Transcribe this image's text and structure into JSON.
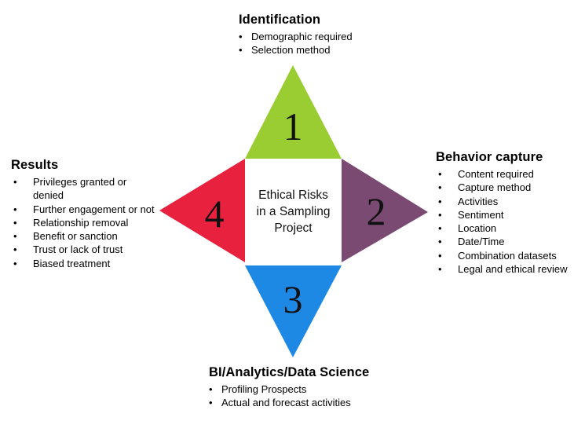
{
  "center": {
    "lines": [
      "Ethical Risks",
      "in a Sampling",
      "Project"
    ]
  },
  "triangles": [
    {
      "number": "1",
      "color": "#9ACD32"
    },
    {
      "number": "2",
      "color": "#7A4A72"
    },
    {
      "number": "3",
      "color": "#1E88E5"
    },
    {
      "number": "4",
      "color": "#E8213F"
    }
  ],
  "top": {
    "title": "Identification",
    "items": [
      "Demographic required",
      "Selection method"
    ]
  },
  "right": {
    "title": "Behavior capture",
    "items": [
      "Content required",
      "Capture method",
      "Activities",
      "Sentiment",
      "Location",
      "Date/Time",
      "Combination datasets",
      "Legal and ethical review"
    ]
  },
  "bottom": {
    "title": "BI/Analytics/Data Science",
    "items": [
      "Profiling Prospects",
      "Actual and forecast activities"
    ]
  },
  "left": {
    "title": "Results",
    "items": [
      "Privileges granted or",
      "denied",
      "Further engagement or not",
      "Relationship removal",
      "Benefit or sanction",
      "Trust or lack of trust",
      "Biased treatment"
    ]
  }
}
